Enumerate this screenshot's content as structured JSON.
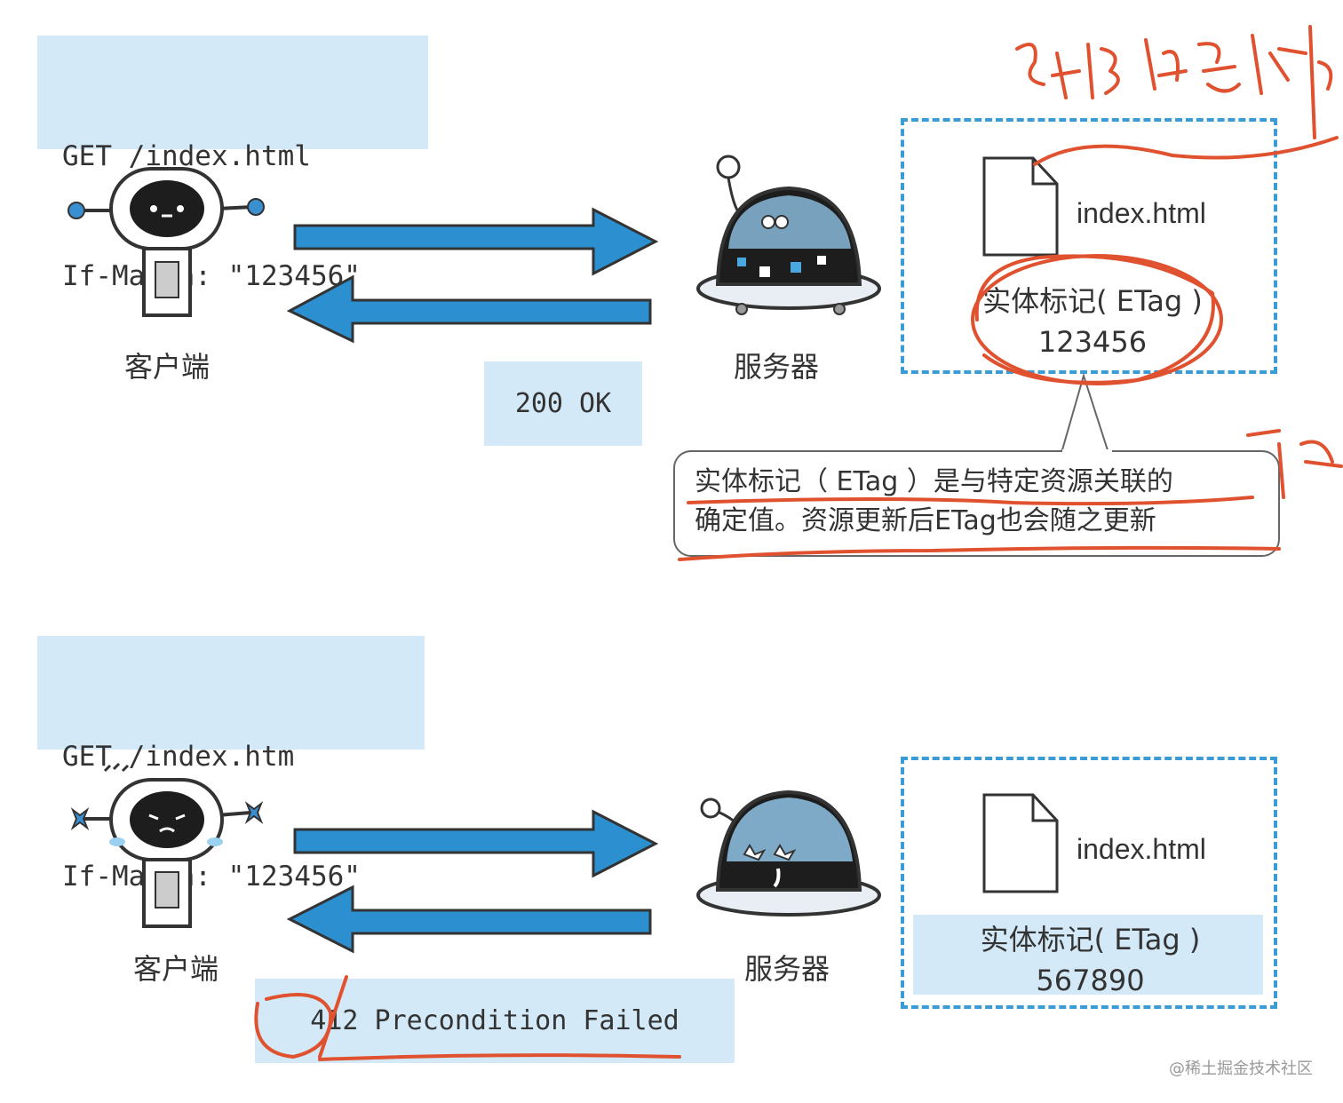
{
  "top": {
    "request_line1": "GET /index.html",
    "request_line2": "If-Match: \"123456\"",
    "client_label": "客户端",
    "server_label": "服务器",
    "response": "200 OK",
    "file_name": "index.html",
    "etag_label": "实体标记( ETag )",
    "etag_value": "123456",
    "callout_line1": "实体标记（ ETag ）是与特定资源关联的",
    "callout_line2": "确定值。资源更新后ETag也会随之更新"
  },
  "bottom": {
    "request_line1": "GET /index.htm",
    "request_line2": "If-Match: \"123456\"",
    "client_label": "客户端",
    "server_label": "服务器",
    "response": "412 Precondition Failed",
    "file_name": "index.html",
    "etag_label": "实体标记( ETag )",
    "etag_value": "567890"
  },
  "watermark": "@稀土掘金技术社区",
  "colors": {
    "box_fill": "#d3e9f7",
    "arrow": "#2b8fd0",
    "dashed": "#3a9bd5",
    "annotation": "#e0522f"
  }
}
